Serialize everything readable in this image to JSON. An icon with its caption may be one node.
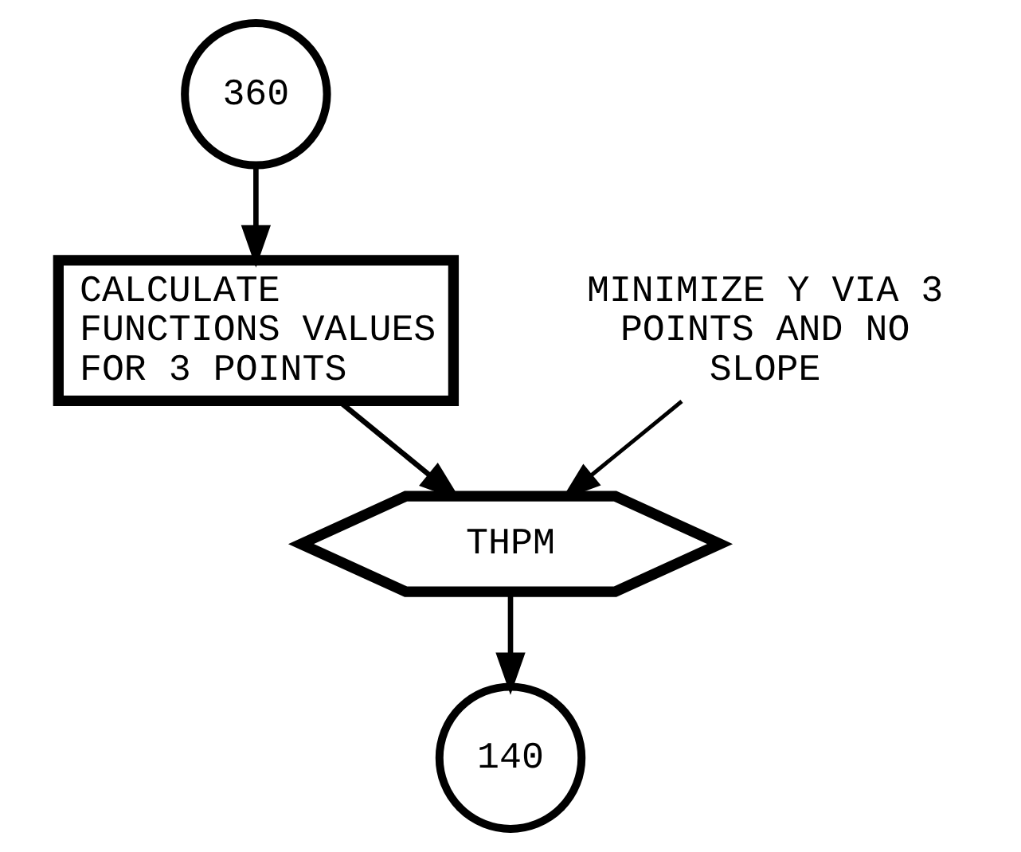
{
  "diagram": {
    "nodes": [
      {
        "text": [
          "360"
        ]
      },
      {
        "text": [
          "CALCULATE FUNCTIONS VALUES FOR 3 POINTS"
        ]
      },
      {
        "text": [
          "THPM"
        ]
      },
      {
        "text": [
          "140"
        ]
      },
      {
        "text": [
          "MINIMIZE Y VIA 3 POINTS AND NO SLOPE"
        ]
      }
    ],
    "edges": [
      {
        "from": 0,
        "to": 1,
        "arrow": "to"
      },
      {
        "from": 1,
        "to": 2,
        "arrow": "to"
      },
      {
        "from": 2,
        "to": 3,
        "arrow": "to"
      },
      {
        "from": 4,
        "to": 2,
        "arrow": "to"
      }
    ]
  }
}
